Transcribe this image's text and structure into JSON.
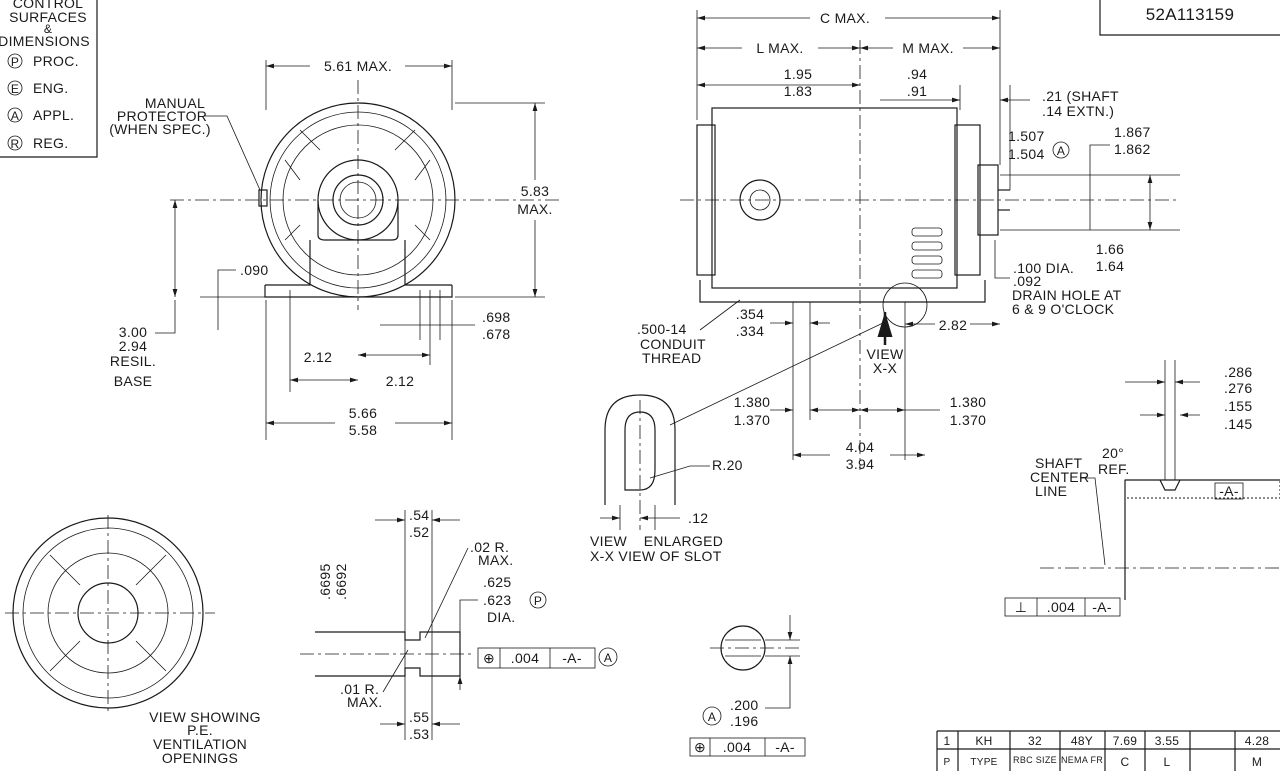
{
  "legend": {
    "title": [
      "CONTROL",
      "SURFACES",
      "&",
      "DIMENSIONS"
    ],
    "items": [
      {
        "symbol": "P",
        "label": "PROC."
      },
      {
        "symbol": "E",
        "label": "ENG."
      },
      {
        "symbol": "A",
        "label": "APPL."
      },
      {
        "symbol": "R",
        "label": "REG."
      }
    ]
  },
  "drawing_number": "52A113159",
  "front_view": {
    "width_max": "5.61 MAX.",
    "protector": [
      "MANUAL",
      "PROTECTOR",
      "(WHEN SPEC.)"
    ],
    "height": [
      "5.83",
      "MAX."
    ],
    "base_offset": ".090",
    "resil_base": [
      "3.00",
      "2.94",
      "RESIL.",
      "BASE"
    ],
    "foot": [
      ".698",
      ".678"
    ],
    "half_a": "2.12",
    "half_b": "2.12",
    "base_width": [
      "5.66",
      "5.58"
    ]
  },
  "side_view": {
    "c_max": "C MAX.",
    "l_max": "L MAX.",
    "m_max": "M MAX.",
    "d1": [
      "1.95",
      "1.83"
    ],
    "d2": [
      ".94",
      ".91"
    ],
    "shaft_ext": [
      ".21 (SHAFT",
      ".14  EXTN.)"
    ],
    "pilot": [
      "1.507",
      "1.504"
    ],
    "pilot_symbol": "A",
    "hub": [
      "1.867",
      "1.862"
    ],
    "hub_len": [
      "1.66",
      "1.64"
    ],
    "drain": [
      ".100  DIA.",
      ".092",
      "DRAIN HOLE AT",
      "6 & 9 O'CLOCK"
    ],
    "d282": "2.82",
    "slot": [
      ".354",
      ".334"
    ],
    "conduit": [
      ".500-14",
      "CONDUIT",
      "THREAD"
    ],
    "view_xx": [
      "VIEW",
      "X-X"
    ],
    "mount_l": [
      "1.380",
      "1.370"
    ],
    "mount_r": [
      "1.380",
      "1.370"
    ],
    "mount_w": [
      "4.04",
      "3.94"
    ]
  },
  "slot_view": {
    "radius": "R.20",
    "width": ".12",
    "caption": [
      "VIEW    ENLARGED",
      "X-X VIEW OF SLOT"
    ]
  },
  "shaft_detail": {
    "dims": [
      ".286",
      ".276",
      ".155",
      ".145"
    ],
    "angle": [
      "20°",
      "REF."
    ],
    "center_line": [
      "SHAFT",
      "CENTER",
      "LINE"
    ],
    "datum": "-A-",
    "tolerance": {
      "symbol": "⊥",
      "value": ".004",
      "datum": "-A-"
    }
  },
  "shaft_end": {
    "len_top": [
      ".54",
      ".52"
    ],
    "dia_small": [
      ".6695",
      ".6692"
    ],
    "r_top": [
      ".02 R.",
      "MAX."
    ],
    "dia": [
      ".625",
      ".623",
      "DIA."
    ],
    "dia_symbol": "P",
    "tolerance": {
      "symbol": "⊕",
      "value": ".004",
      "datum": "-A-",
      "control": "A"
    },
    "r_bot": [
      ".01 R.",
      "MAX."
    ],
    "len_bot": [
      ".55",
      ".53"
    ]
  },
  "flat_view": {
    "dims": [
      ".200",
      ".196"
    ],
    "symbol": "A",
    "tolerance": {
      "symbol": "⊕",
      "value": ".004",
      "datum": "-A-"
    }
  },
  "vent_view": [
    "VIEW SHOWING",
    "P.E.",
    "VENTILATION",
    "OPENINGS"
  ],
  "table": {
    "values": [
      "1",
      "KH",
      "32",
      "48Y",
      "7.69",
      "3.55",
      "4.28"
    ],
    "headers": [
      "P",
      "TYPE",
      "RBC SIZE",
      "NEMA FR",
      "C",
      "L",
      "M"
    ]
  }
}
